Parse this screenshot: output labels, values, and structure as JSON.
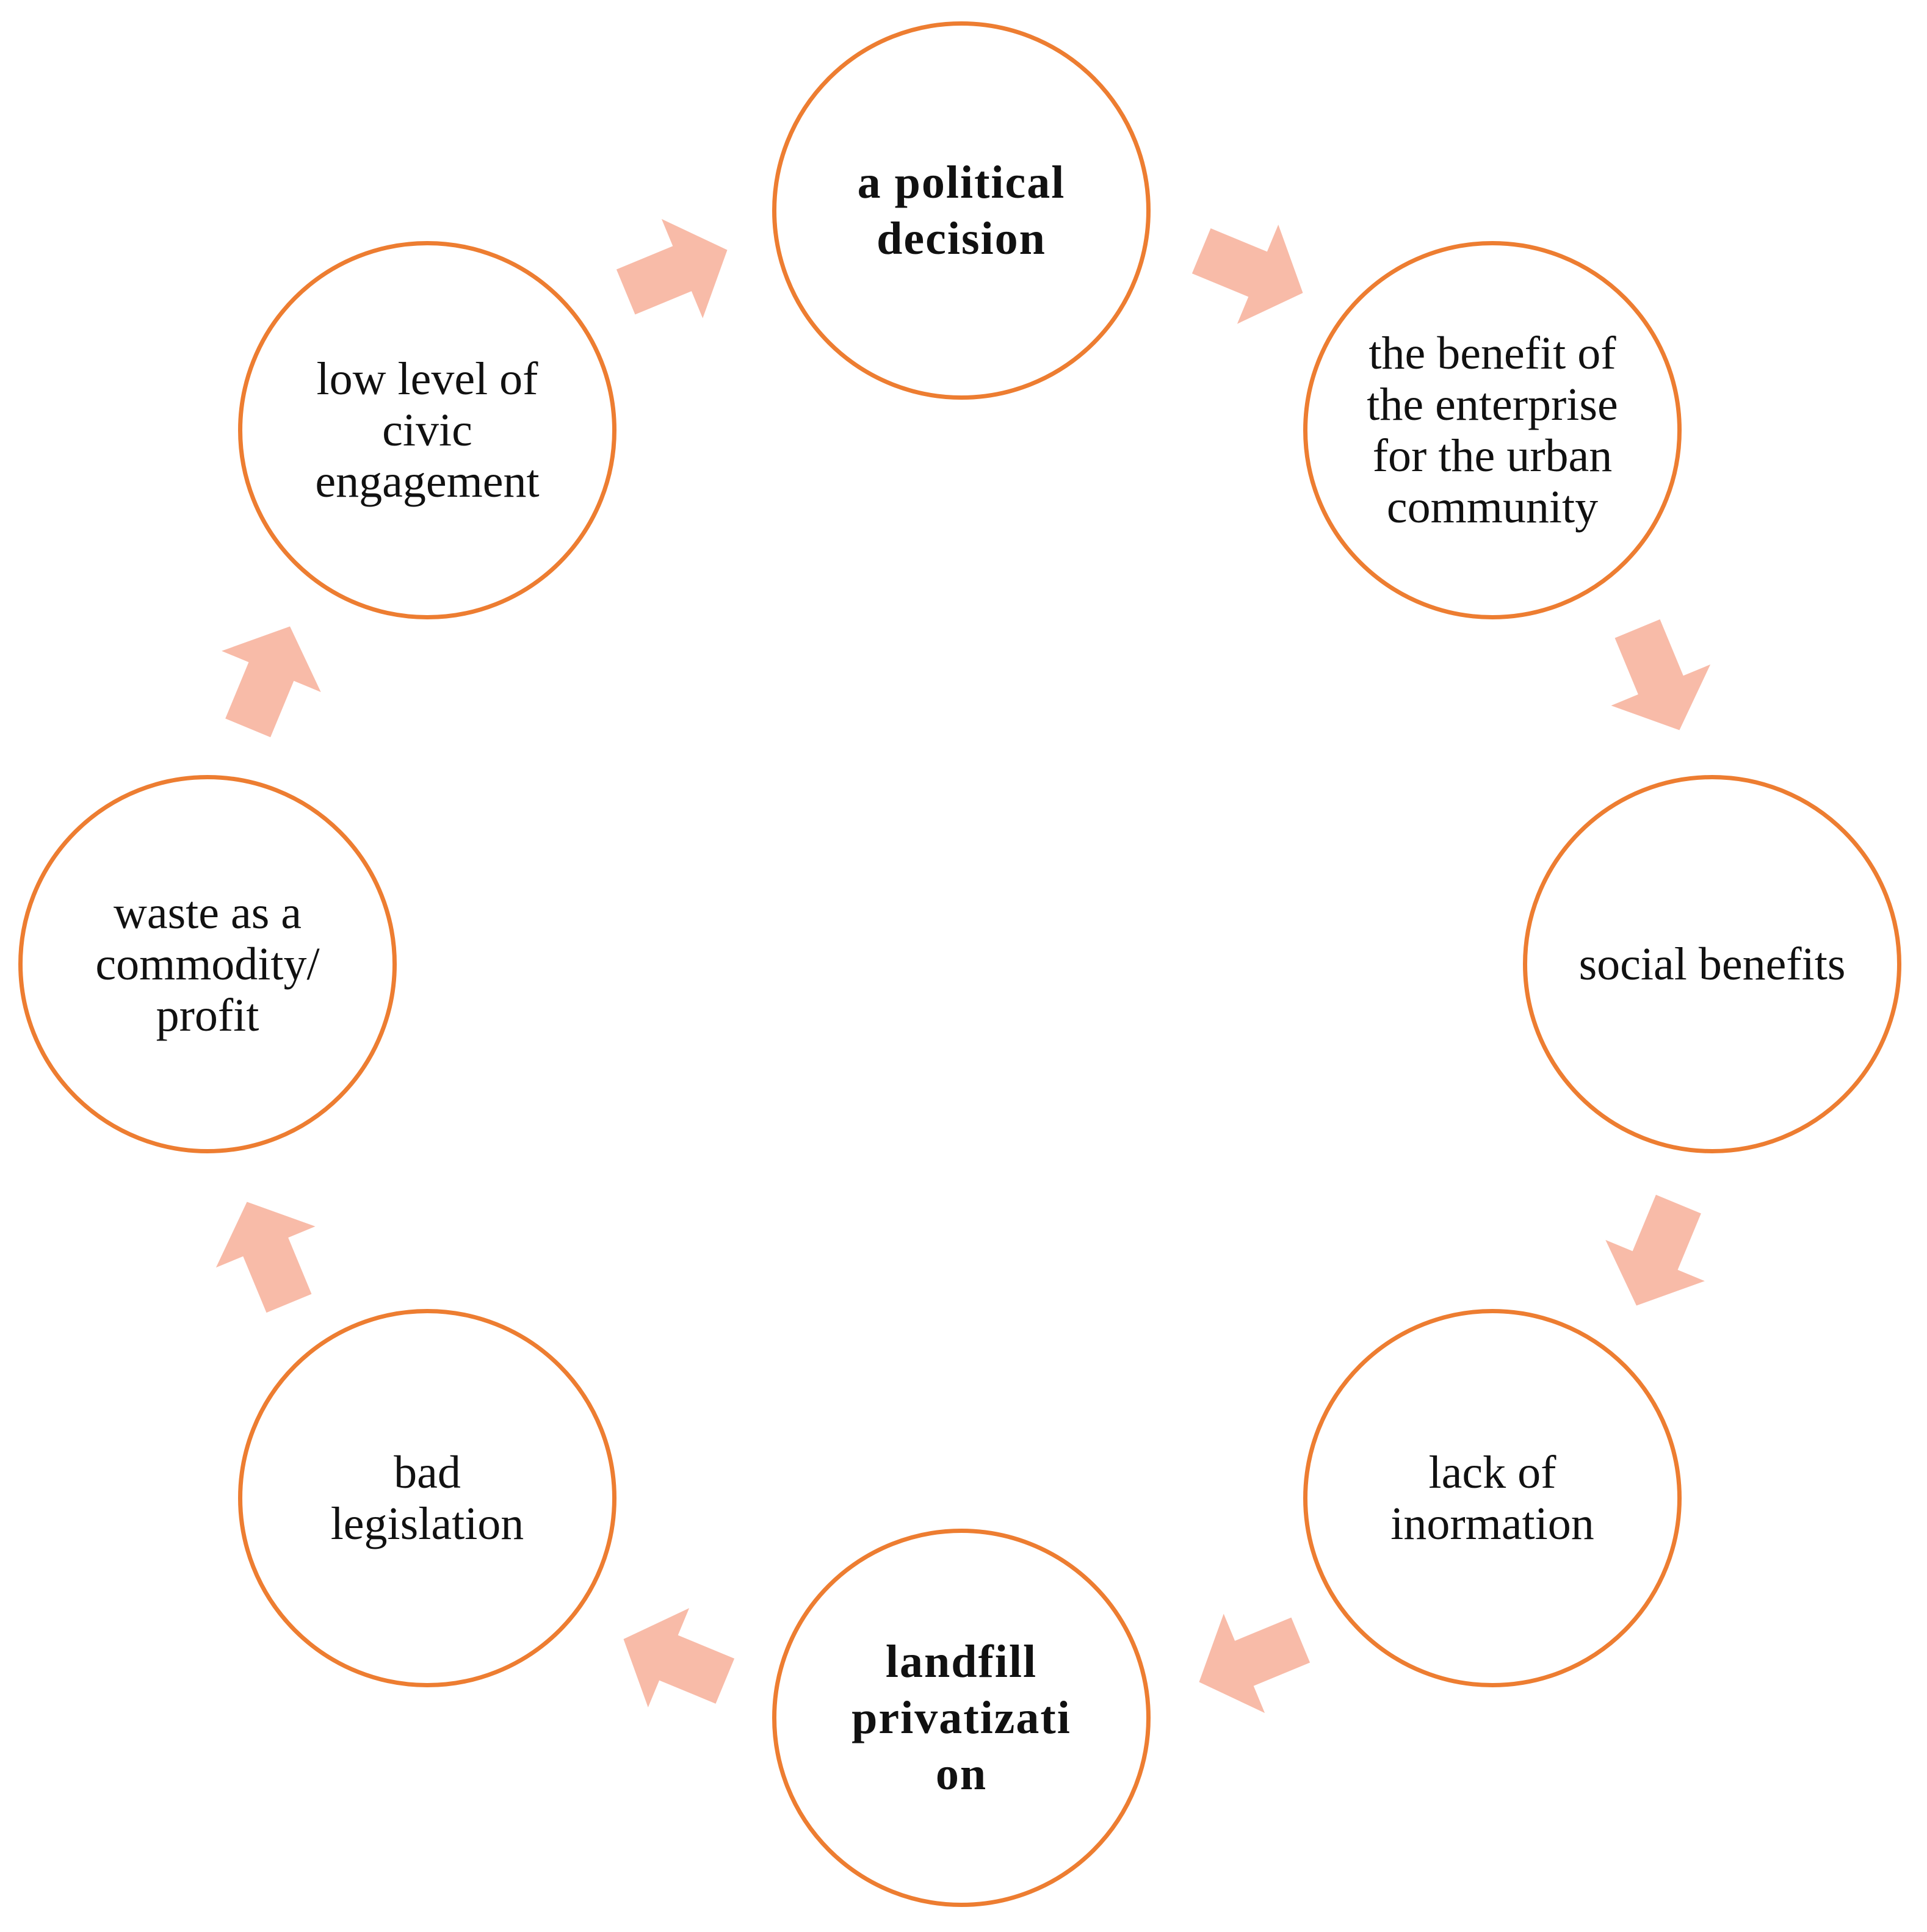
{
  "diagram": {
    "nodes": [
      {
        "id": "political-decision",
        "label": "a political decision",
        "bold": true
      },
      {
        "id": "enterprise-benefit",
        "label": "the benefit of the enterprise for the urban community",
        "bold": false
      },
      {
        "id": "social-benefits",
        "label": "social benefits",
        "bold": false
      },
      {
        "id": "lack-of-information",
        "label": "lack of inormation",
        "bold": false
      },
      {
        "id": "landfill-privatization",
        "label": "landfill privatizati\non",
        "bold": true
      },
      {
        "id": "bad-legislation",
        "label": "bad legislation",
        "bold": false
      },
      {
        "id": "waste-commodity",
        "label": "waste as a commodity/ profit",
        "bold": false
      },
      {
        "id": "civic-engagement",
        "label": "low level of civic engagement",
        "bold": false
      }
    ],
    "flow": "clockwise",
    "colors": {
      "circle_border": "#ED7D31",
      "arrow_fill": "#F8BBA8",
      "text": "#111111",
      "background": "#FFFFFF"
    }
  }
}
